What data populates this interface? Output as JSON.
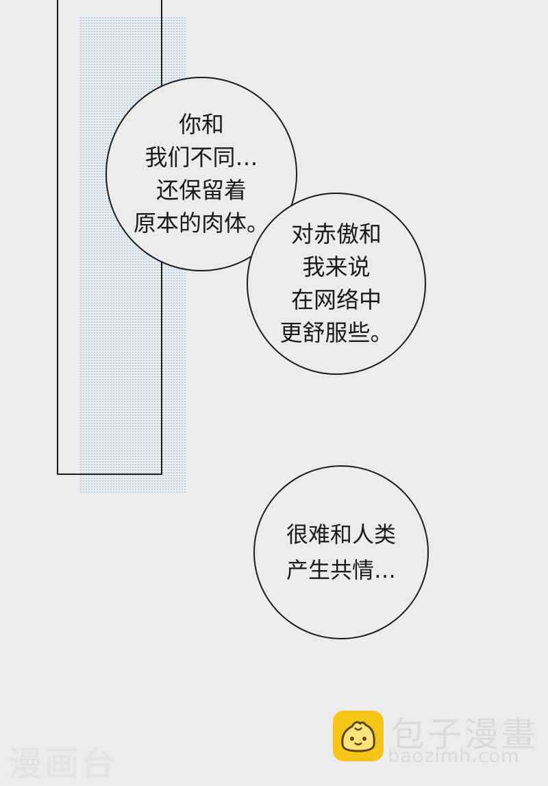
{
  "page": {
    "background_color": "#ececed"
  },
  "bubbles": [
    {
      "lines": [
        "你和",
        "我们不同…",
        "还保留着",
        "原本的肉体。"
      ]
    },
    {
      "lines": [
        "对赤傲和",
        "我来说",
        "在网络中",
        "更舒服些。"
      ]
    },
    {
      "lines": [
        "很难和人类",
        "产生共情…"
      ]
    }
  ],
  "watermarks": {
    "left_text": "漫画台",
    "logo_title": "包子漫畫",
    "logo_url": "baozimh.com",
    "logo_color": "#f5c518",
    "logo_icon": "bun-face-icon"
  }
}
